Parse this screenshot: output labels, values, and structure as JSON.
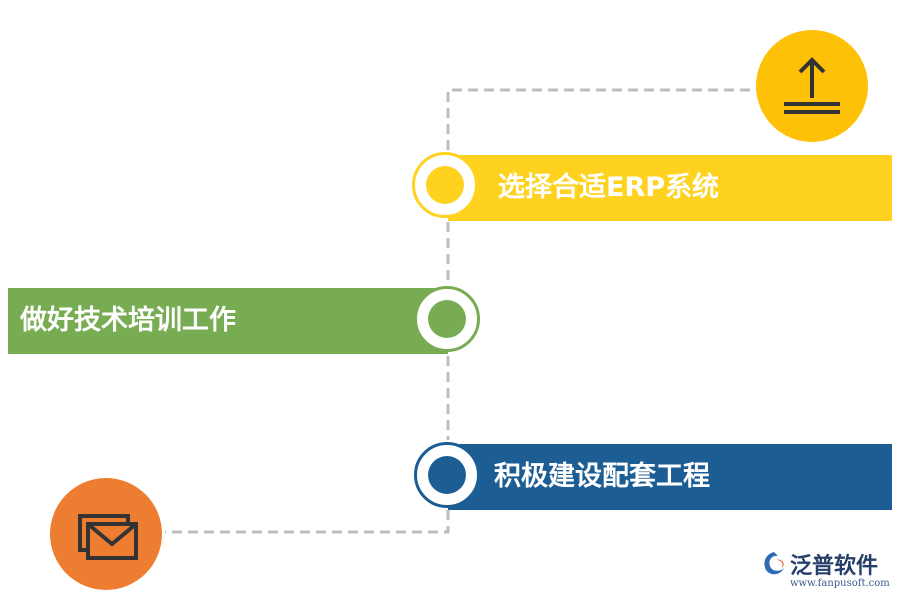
{
  "steps": [
    {
      "id": "select-erp",
      "label": "选择合适ERP系统",
      "color": "#FFD21F",
      "ring": "#FFD21F"
    },
    {
      "id": "training",
      "label": "做好技术培训工作",
      "color": "#77AC52",
      "ring": "#77AC52"
    },
    {
      "id": "supporting",
      "label": "积极建设配套工程",
      "color": "#1C5D94",
      "ring": "#1C5D94"
    }
  ],
  "icons": {
    "top": {
      "name": "upload-icon",
      "color": "#FFC107"
    },
    "bottom": {
      "name": "mail-icon",
      "color": "#ED7D31"
    }
  },
  "colors": {
    "connector": "#BDBDBD"
  },
  "brand": {
    "name": "泛普软件",
    "url": "www.fanpusoft.com"
  }
}
